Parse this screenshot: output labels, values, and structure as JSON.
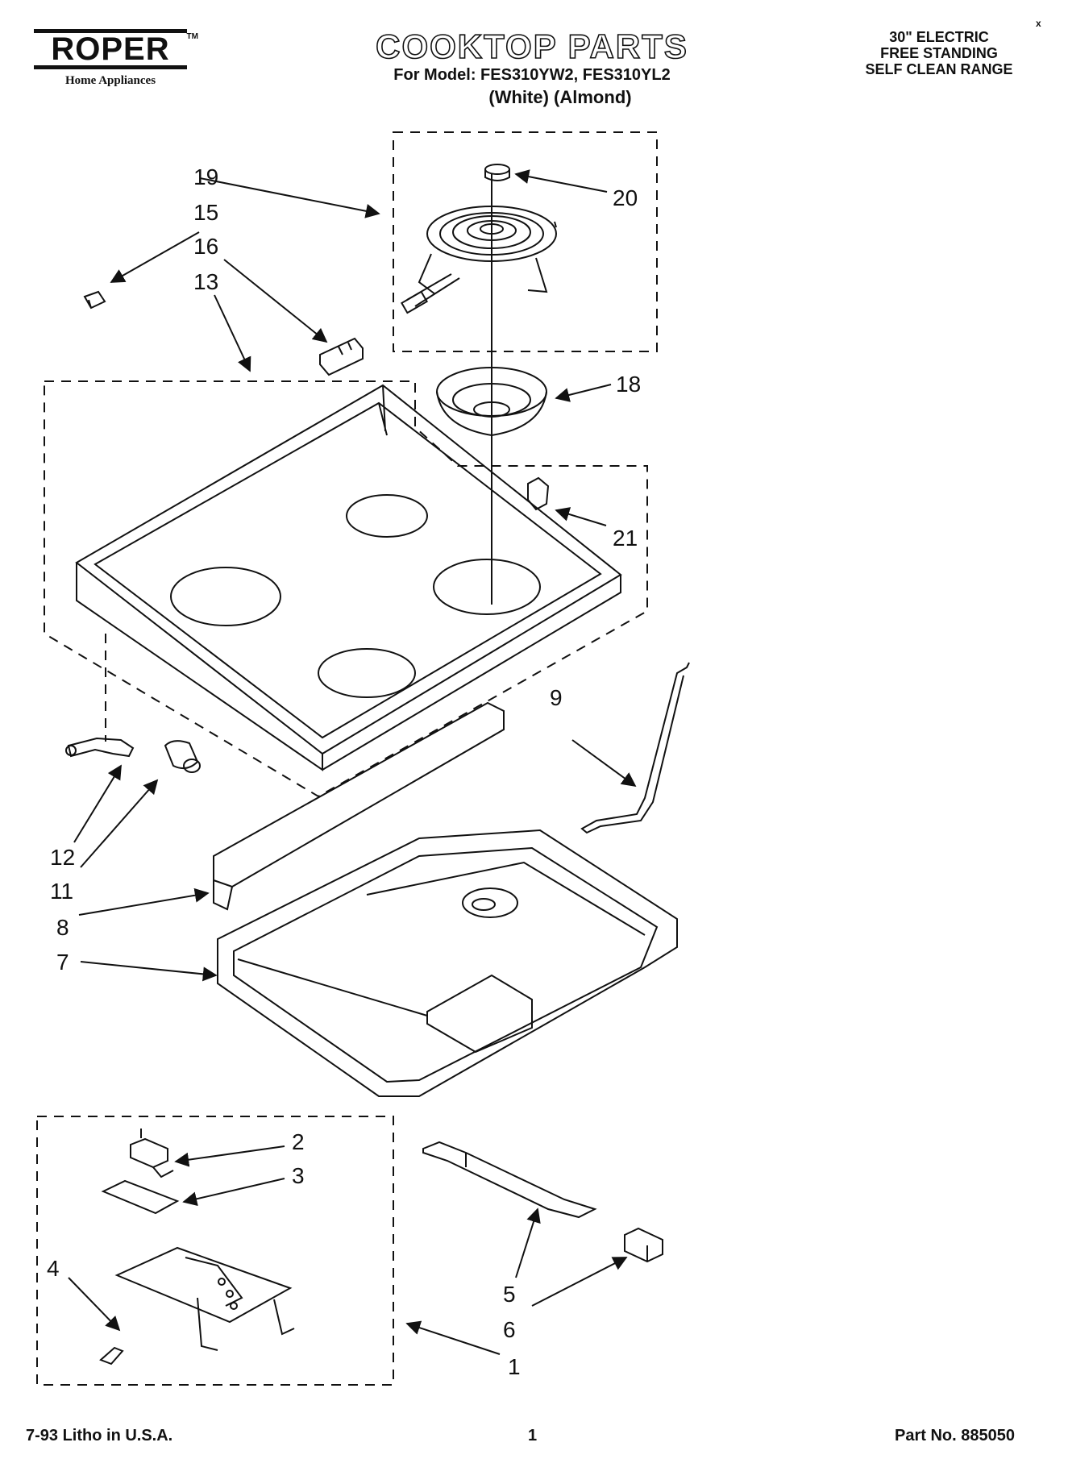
{
  "header": {
    "brand": "ROPER",
    "brand_mark": "TM",
    "brand_subtitle": "Home Appliances",
    "title": "COOKTOP PARTS",
    "model_line": "For Model: FES310YW2, FES310YL2",
    "variants": "(White)  (Almond)",
    "range_type": [
      "30\" ELECTRIC",
      "FREE STANDING",
      "SELF CLEAN RANGE"
    ],
    "corner_mark": "x"
  },
  "callouts": {
    "c1": "1",
    "c2": "2",
    "c3": "3",
    "c4": "4",
    "c5": "5",
    "c6": "6",
    "c7": "7",
    "c8": "8",
    "c9": "9",
    "c11": "11",
    "c12": "12",
    "c13": "13",
    "c15": "15",
    "c16": "16",
    "c18": "18",
    "c19": "19",
    "c20": "20",
    "c21": "21"
  },
  "footer": {
    "litho": "7-93 Litho in U.S.A.",
    "page": "1",
    "part_no": "Part No.  885050"
  },
  "colors": {
    "ink": "#111111",
    "paper": "#ffffff"
  }
}
